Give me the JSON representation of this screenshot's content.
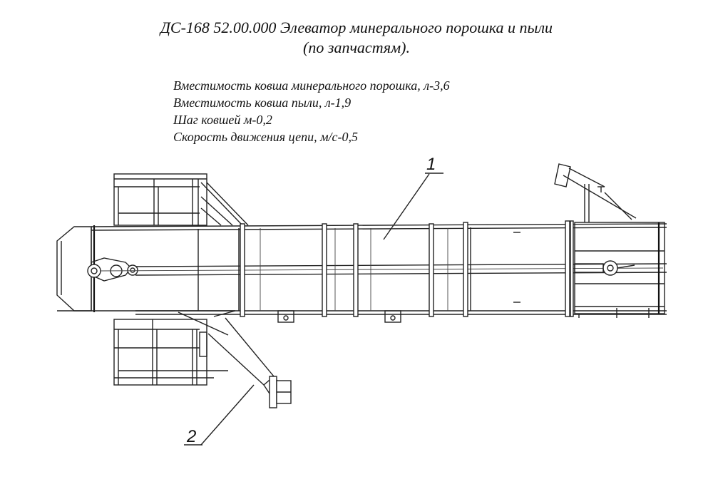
{
  "title": {
    "line1": "ДС-168 52.00.000 Элеватор минерального порошка и пыли",
    "line2": "(по запчастям)."
  },
  "specs": [
    "Вместимость ковша минерального порошка, л-3,6",
    "Вместимость ковша пыли, л-1,9",
    "Шаг ковшей  м-0,2",
    "Скорость движения цепи, м/с-0,5"
  ],
  "callouts": [
    {
      "label": "1"
    },
    {
      "label": "2"
    }
  ]
}
